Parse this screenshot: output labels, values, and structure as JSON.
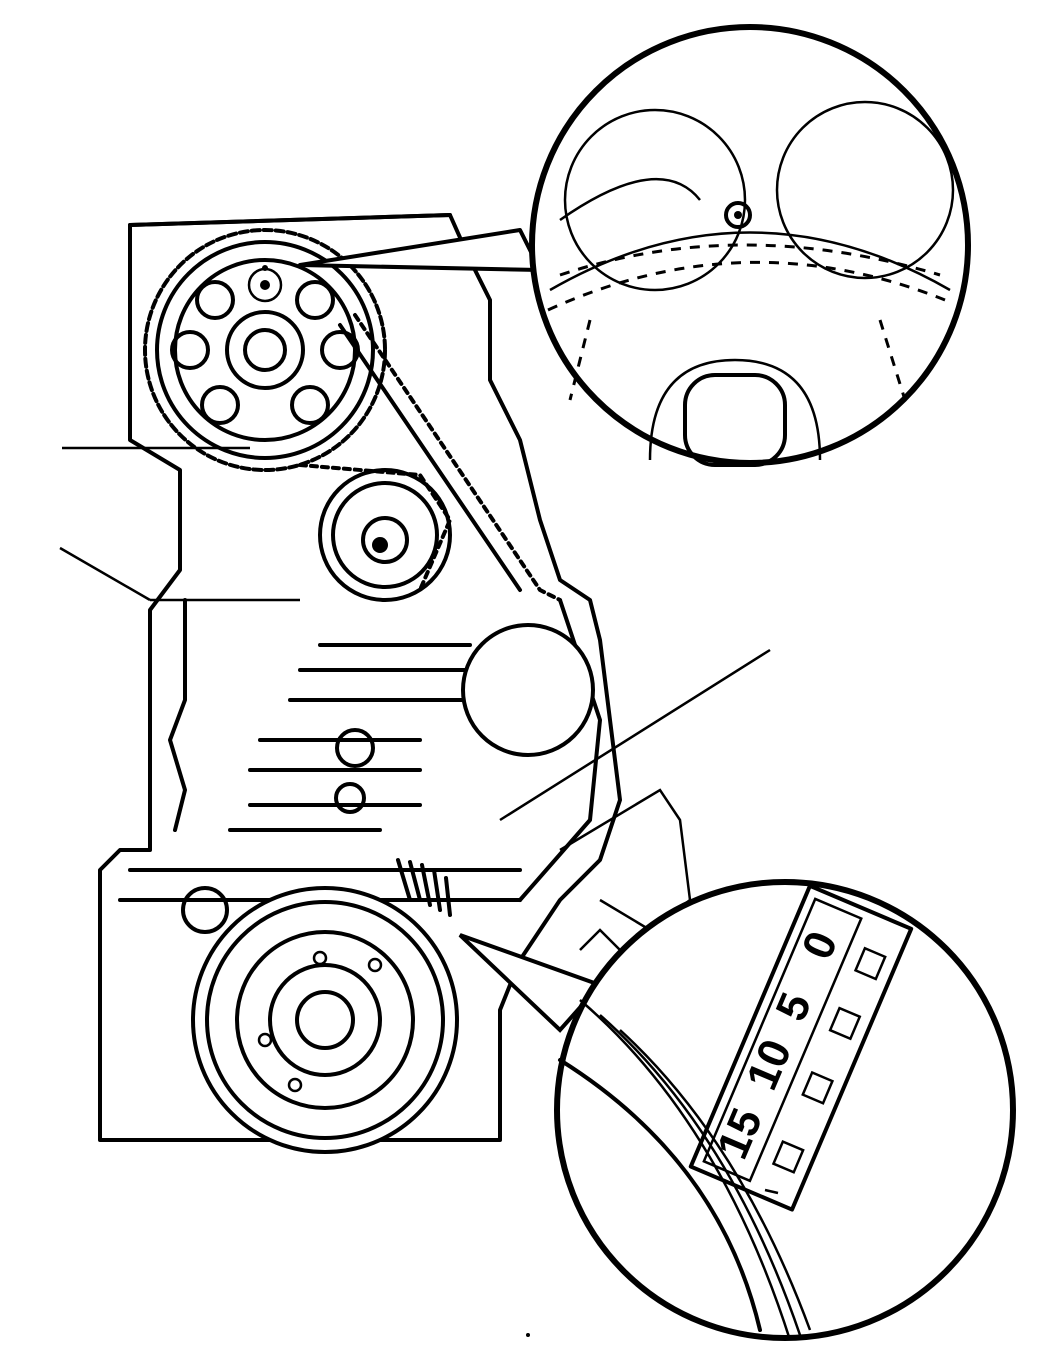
{
  "timing_scale": {
    "digits": [
      "15",
      "10",
      "5",
      "0"
    ]
  },
  "colors": {
    "line": "#000000",
    "background": "#ffffff"
  }
}
